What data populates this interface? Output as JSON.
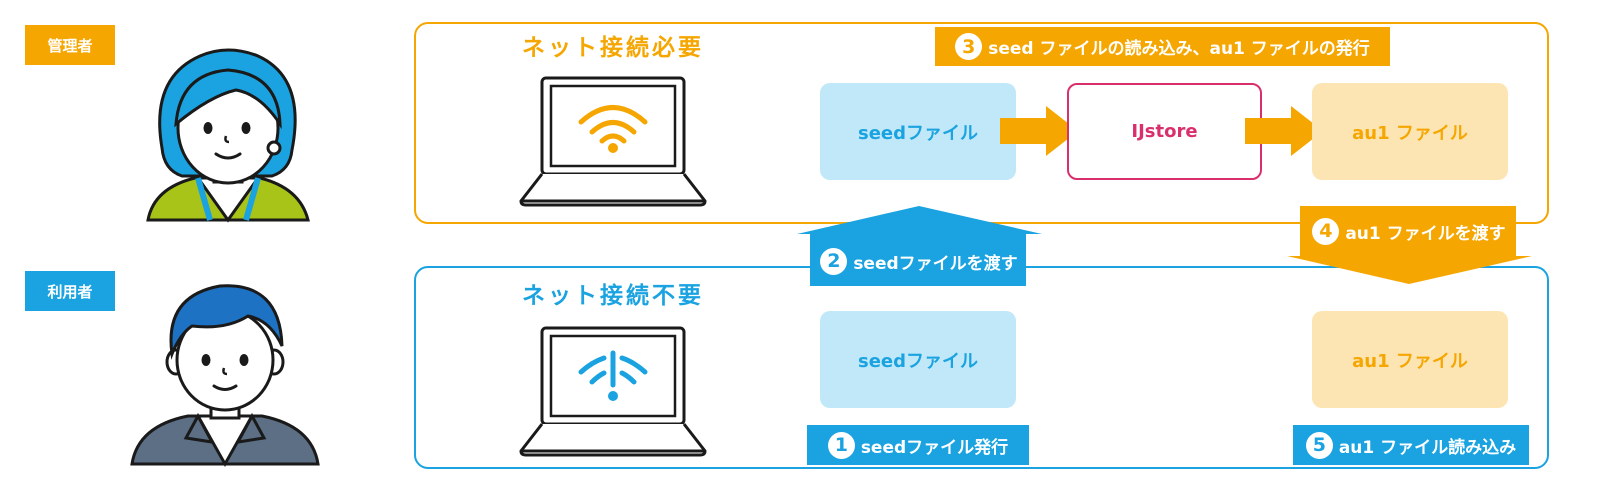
{
  "roles": {
    "admin_label": "管理者",
    "user_label": "利用者"
  },
  "online_panel": {
    "title": "ネット接続必要",
    "step3_number": "3",
    "step3_label": "seed ファイルの読み込み、au1 ファイルの発行",
    "seed_file": "seedファイル",
    "store": "IJstore",
    "au1_file": "au1 ファイル"
  },
  "offline_panel": {
    "title": "ネット接続不要",
    "seed_file": "seedファイル",
    "au1_file": "au1 ファイル",
    "step1_number": "1",
    "step1_label": "seedファイル発行",
    "step5_number": "5",
    "step5_label": "au1 ファイル読み込み"
  },
  "transfers": {
    "step2_number": "2",
    "step2_label": "seedファイルを渡す",
    "step4_number": "4",
    "step4_label": "au1 ファイルを渡す"
  },
  "colors": {
    "orange": "#f5a600",
    "blue": "#1aa3e0",
    "light_blue": "#c1e8f8",
    "light_orange": "#fde5b3",
    "pink": "#d9306d"
  },
  "icons": {
    "admin": "admin-person-icon",
    "user": "user-person-icon",
    "online_laptop": "laptop-wifi-icon",
    "offline_laptop": "laptop-no-wifi-icon"
  }
}
